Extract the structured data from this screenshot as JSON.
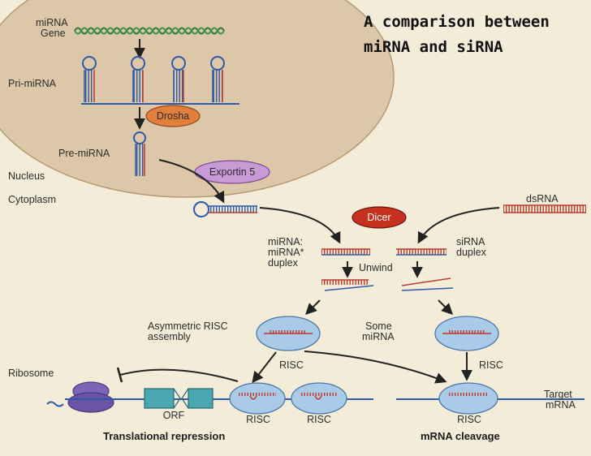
{
  "title_line1": "A comparison between",
  "title_line2": "miRNA and siRNA",
  "labels": {
    "mirna_gene_1": "miRNA",
    "mirna_gene_2": "Gene",
    "pri_mirna": "Pri-miRNA",
    "drosha": "Drosha",
    "pre_mirna": "Pre-miRNA",
    "nucleus": "Nucleus",
    "exportin": "Exportin 5",
    "cytoplasm": "Cytoplasm",
    "dsrna": "dsRNA",
    "dicer": "Dicer",
    "mirna_duplex_1": "miRNA:",
    "mirna_duplex_2": "miRNA*",
    "mirna_duplex_3": "duplex",
    "sirna_duplex_1": "siRNA",
    "sirna_duplex_2": "duplex",
    "unwind": "Unwind",
    "asym_1": "Asymmetric RISC",
    "asym_2": "assembly",
    "some_1": "Some",
    "some_2": "miRNA",
    "risc_left_arrow": "RISC",
    "risc_right_arrow": "RISC",
    "ribosome": "Ribosome",
    "orf": "ORF",
    "risc_bottom_1": "RISC",
    "risc_bottom_2": "RISC",
    "risc_bottom_3": "RISC",
    "target_1": "Target",
    "target_2": "mRNA",
    "translational_repression": "Translational repression",
    "mrna_cleavage": "mRNA cleavage"
  },
  "colors": {
    "background": "#f2ecd8",
    "nucleus_fill": "#dcc8a8",
    "drosha_fill": "#e27f3c",
    "exportin_fill": "#c89ad6",
    "dicer_fill": "#c5301f",
    "risc_fill": "#a9cbe8",
    "ribosome_fill": "#7d64b4",
    "orf_fill": "#4aa6b0",
    "rna_red": "#c0392b",
    "rna_blue": "#2f5aa8"
  }
}
